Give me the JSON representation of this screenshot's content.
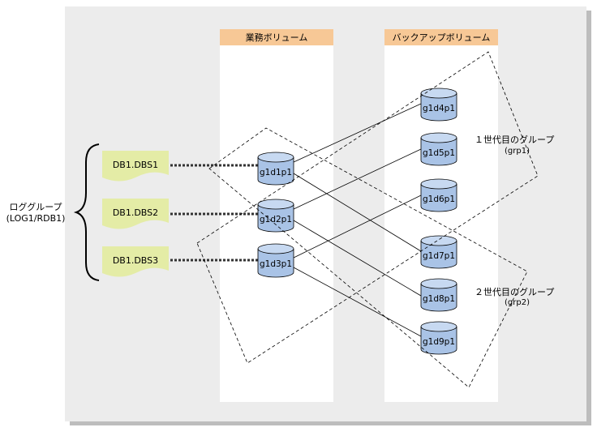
{
  "columns": {
    "business": "業務ボリューム",
    "backup": "バックアップボリューム"
  },
  "log_group": {
    "title": "ロググループ",
    "subtitle": "(LOG1/RDB1)"
  },
  "dsi_items": [
    "DB1.DBS1",
    "DB1.DBS2",
    "DB1.DBS3"
  ],
  "business_volumes": [
    "g1d1p1",
    "g1d2p1",
    "g1d3p1"
  ],
  "backup_volumes": [
    "g1d4p1",
    "g1d5p1",
    "g1d6p1",
    "g1d7p1",
    "g1d8p1",
    "g1d9p1"
  ],
  "generations": [
    {
      "title": "１世代目のグループ",
      "code": "(grp1)"
    },
    {
      "title": "２世代目のグループ",
      "code": "(grp2)"
    }
  ],
  "colors": {
    "background_panel": "#ececec",
    "shadow": "#bdbdbd",
    "column_header": "#f7c896",
    "dsi_fill": "#e4eca6",
    "cylinder_body": "#a9c3e6",
    "cylinder_top": "#c7d9f1"
  }
}
